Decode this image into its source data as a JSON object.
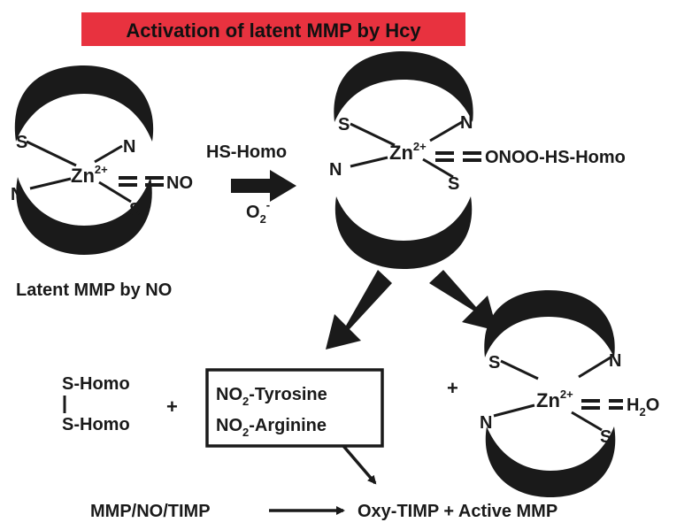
{
  "title": "Activation of latent MMP by Hcy",
  "colors": {
    "title_bg": "#e8323f",
    "ink": "#1a1a1a"
  },
  "latent": {
    "zn": "Zn",
    "charge": "2+",
    "ligand": "NO",
    "s_top": "S",
    "n_top": "N",
    "n_bottom": "N",
    "s_bottom": "S",
    "caption": "Latent MMP by NO"
  },
  "reaction": {
    "reagent": "HS-Homo",
    "oxidant": "O",
    "oxidant_sub": "2",
    "oxidant_sup": "-"
  },
  "intermediate": {
    "zn": "Zn",
    "charge": "2+",
    "ligand": "ONOO-HS-Homo",
    "s_top": "S",
    "n_top": "N",
    "n_bottom": "N",
    "s_bottom": "S"
  },
  "products": {
    "disulfide_top": "S-Homo",
    "disulfide_bottom": "S-Homo",
    "plus1": "+",
    "plus2": "+",
    "nitro1_prefix": "NO",
    "nitro1_sub": "2",
    "nitro1_suffix": "-Tyrosine",
    "nitro2_prefix": "NO",
    "nitro2_sub": "2",
    "nitro2_suffix": "-Arginine"
  },
  "active": {
    "zn": "Zn",
    "charge": "2+",
    "ligand": "H",
    "ligand_sub": "2",
    "ligand_suffix": "O",
    "s_top": "S",
    "n_top": "N",
    "n_bottom": "N",
    "s_bottom": "S"
  },
  "bottom": {
    "start": "MMP/NO/TIMP",
    "result": "Oxy-TIMP + Active MMP"
  }
}
